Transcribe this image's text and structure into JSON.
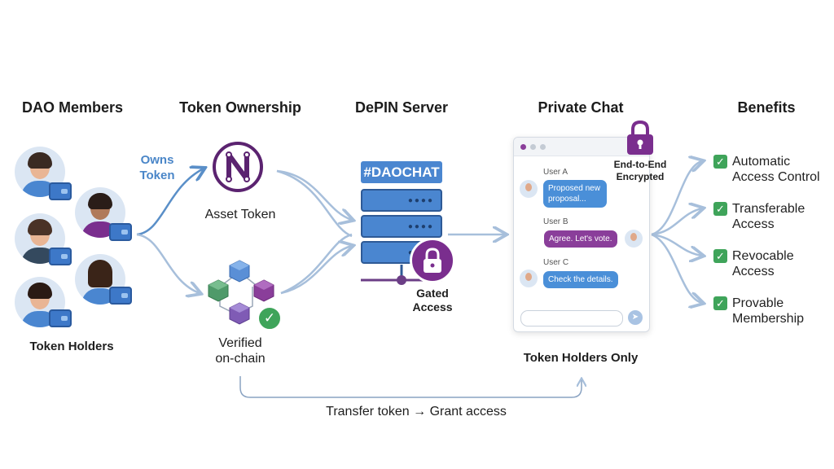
{
  "columns": {
    "dao_members": "DAO Members",
    "token_ownership": "Token Ownership",
    "depin_server": "DePIN Server",
    "private_chat": "Private Chat",
    "benefits": "Benefits"
  },
  "members": {
    "caption": "Token Holders"
  },
  "ownership": {
    "owns_token_line1": "Owns",
    "owns_token_line2": "Token",
    "asset_token": "Asset Token",
    "verified_line1": "Verified",
    "verified_line2": "on-chain",
    "token_letter": "N"
  },
  "server": {
    "hashtag": "#DAOCHAT",
    "gated_line1": "Gated",
    "gated_line2": "Access"
  },
  "chat": {
    "encrypted_line1": "End-to-End",
    "encrypted_line2": "Encrypted",
    "messages": [
      {
        "user": "User A",
        "line1": "Proposed new",
        "line2": "proposal..."
      },
      {
        "user": "User B",
        "line1": "Agree. Let's vote.",
        "line2": ""
      },
      {
        "user": "User C",
        "line1": "Check the details.",
        "line2": ""
      }
    ],
    "caption": "Token Holders Only"
  },
  "benefits": [
    {
      "line1": "Automatic",
      "line2": "Access Control"
    },
    {
      "line1": "Transferable",
      "line2": "Access"
    },
    {
      "line1": "Revocable",
      "line2": "Access"
    },
    {
      "line1": "Provable",
      "line2": "Membership"
    }
  ],
  "transfer": "Transfer token → Grant access",
  "colors": {
    "blue": "#4a86d0",
    "purple": "#7a2e8e",
    "green": "#3fa45a",
    "arrow": "#a7bfdb"
  },
  "icons": [
    "wallet-icon",
    "lock-icon",
    "checkmark-icon",
    "send-icon",
    "cube-icon"
  ]
}
